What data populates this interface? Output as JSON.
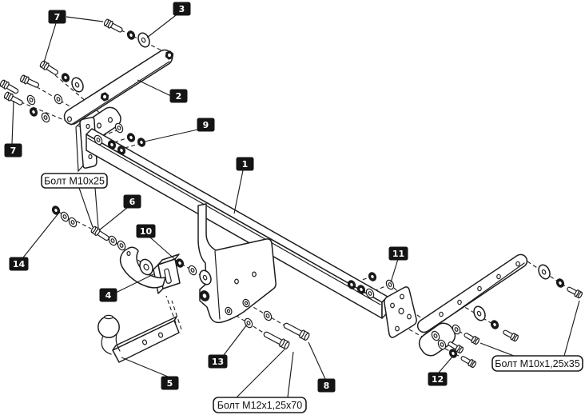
{
  "diagram": {
    "kind": "exploded assembly drawing",
    "background_color": "#ffffff",
    "line_color": "#1d1d1d",
    "callout_style": {
      "bg": "#141414",
      "text_color": "#ffffff"
    },
    "note_style": {
      "bg": "#ffffff",
      "border_color": "#1d1d1d",
      "text_color": "#111111"
    }
  },
  "callout_boxes": [
    {
      "id": "callout-7-upper",
      "label": "7"
    },
    {
      "id": "callout-3",
      "label": "3"
    },
    {
      "id": "callout-2",
      "label": "2"
    },
    {
      "id": "callout-9",
      "label": "9"
    },
    {
      "id": "callout-1",
      "label": "1"
    },
    {
      "id": "callout-7-left",
      "label": "7"
    },
    {
      "id": "callout-6",
      "label": "6"
    },
    {
      "id": "callout-10",
      "label": "10"
    },
    {
      "id": "callout-14",
      "label": "14"
    },
    {
      "id": "callout-4",
      "label": "4"
    },
    {
      "id": "callout-11",
      "label": "11"
    },
    {
      "id": "callout-5",
      "label": "5"
    },
    {
      "id": "callout-13",
      "label": "13"
    },
    {
      "id": "callout-8",
      "label": "8"
    },
    {
      "id": "callout-12",
      "label": "12"
    }
  ],
  "notes": [
    {
      "id": "note-bolt-m10x25",
      "text": "Болт М10х25"
    },
    {
      "id": "note-bolt-m12x70",
      "text": "Болт М12х1,25х70"
    },
    {
      "id": "note-bolt-m10x35",
      "text": "Болт М10х1,25х35"
    }
  ]
}
